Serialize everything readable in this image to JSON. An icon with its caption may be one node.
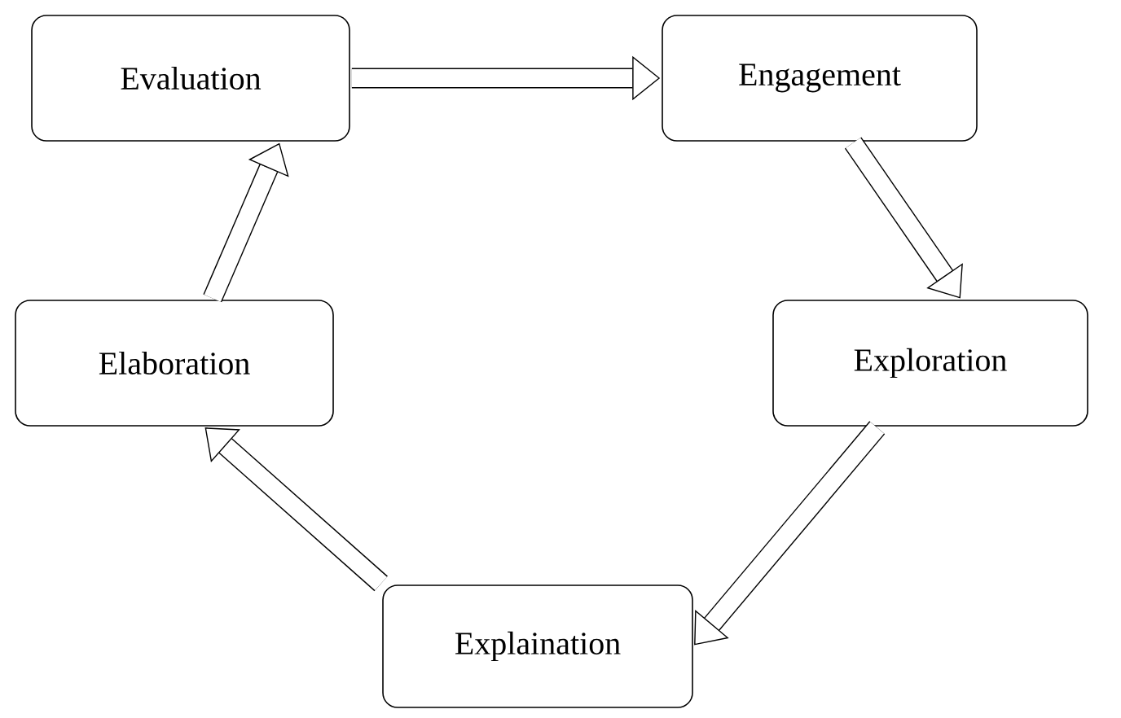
{
  "diagram": {
    "nodes": [
      {
        "text": [
          "Evaluation"
        ]
      },
      {
        "text": [
          "Engagement"
        ]
      },
      {
        "text": [
          "Exploration"
        ]
      },
      {
        "text": [
          "Explaination"
        ]
      },
      {
        "text": [
          "Elaboration"
        ]
      }
    ],
    "edges": [
      {
        "from": 0,
        "to": 1,
        "arrow": "to"
      },
      {
        "from": 1,
        "to": 2,
        "arrow": "to"
      },
      {
        "from": 2,
        "to": 3,
        "arrow": "to"
      },
      {
        "from": 3,
        "to": 4,
        "arrow": "to"
      },
      {
        "from": 4,
        "to": 0,
        "arrow": "to"
      }
    ]
  }
}
